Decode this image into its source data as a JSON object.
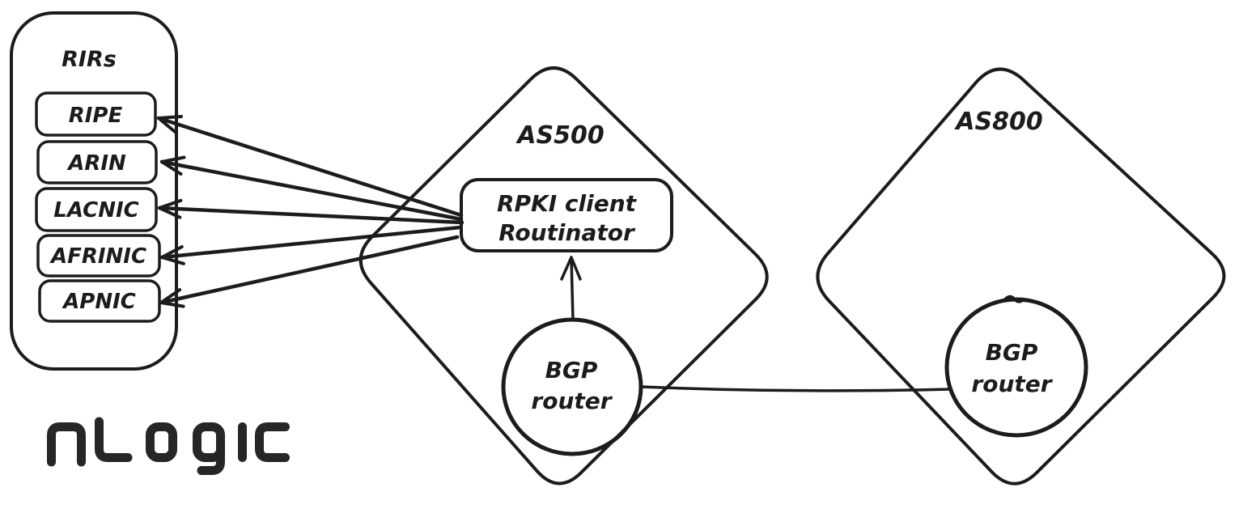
{
  "colors": {
    "background": "#ffffff",
    "ink": "#1c1c1c"
  },
  "rirs": {
    "title": "RIRs",
    "items": [
      {
        "label": "RIPE"
      },
      {
        "label": "ARIN"
      },
      {
        "label": "LACNIC"
      },
      {
        "label": "AFRINIC"
      },
      {
        "label": "APNIC"
      }
    ]
  },
  "as500": {
    "label": "AS500",
    "rpki": {
      "line1": "RPKI client",
      "line2": "Routinator"
    },
    "router": {
      "line1": "BGP",
      "line2": "router"
    }
  },
  "as800": {
    "label": "AS800",
    "router": {
      "line1": "BGP",
      "line2": "router"
    }
  },
  "logo": {
    "text": "nLogic"
  },
  "edges": [
    {
      "from": "RPKI client Routinator",
      "to": "RIPE",
      "style": "arrow"
    },
    {
      "from": "RPKI client Routinator",
      "to": "ARIN",
      "style": "arrow"
    },
    {
      "from": "RPKI client Routinator",
      "to": "LACNIC",
      "style": "arrow"
    },
    {
      "from": "RPKI client Routinator",
      "to": "AFRINIC",
      "style": "arrow"
    },
    {
      "from": "RPKI client Routinator",
      "to": "APNIC",
      "style": "arrow"
    },
    {
      "from": "BGP router (AS500)",
      "to": "RPKI client Routinator",
      "style": "arrow"
    },
    {
      "from": "BGP router (AS500)",
      "to": "BGP router (AS800)",
      "style": "line"
    }
  ]
}
